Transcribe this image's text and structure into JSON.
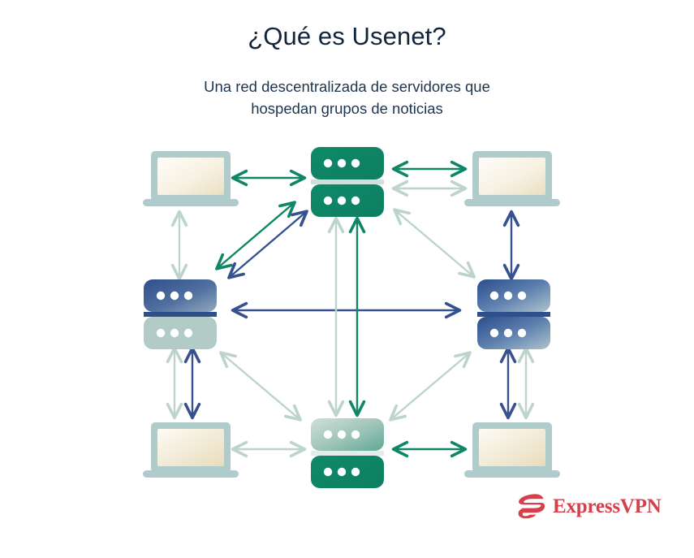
{
  "page": {
    "title": "¿Qué es Usenet?",
    "subtitle": "Una red descentralizada de servidores que\nhospedan grupos de noticias",
    "background": "#ffffff"
  },
  "brand": {
    "name": "ExpressVPN",
    "logo_icon": "expressvpn-e-mark",
    "color": "#d7404a"
  },
  "colors": {
    "title_text": "#12253a",
    "subtitle_text": "#1d3550",
    "green": "#0f8767",
    "green_pale": "#bcd4cd",
    "blue_dark": "#2b4f8e",
    "blue_mid": "#5a7fb8",
    "blue_navy": "#31487f",
    "laptop_frame": "#afcbcb",
    "laptop_screen_top": "#fdfcf7",
    "laptop_screen_bottom": "#ece2c8",
    "server_pale_green": "#b9d2cb",
    "arrow_pale": "#bcd4cd"
  },
  "diagram": {
    "type": "network-topology",
    "description": "Decentralized mesh of laptops and servers connected by bidirectional arrows",
    "nodes": [
      {
        "id": "laptop-top-left",
        "kind": "laptop",
        "label": "laptop-icon",
        "position": "top-left"
      },
      {
        "id": "server-top-center",
        "kind": "server",
        "label": "server-icon",
        "position": "top-center",
        "style": "green-green",
        "dots": 3,
        "units": 2
      },
      {
        "id": "laptop-top-right",
        "kind": "laptop",
        "label": "laptop-icon",
        "position": "top-right"
      },
      {
        "id": "server-middle-left",
        "kind": "server",
        "label": "server-icon",
        "position": "middle-left",
        "style": "blue-pale",
        "dots": 3,
        "units": 2
      },
      {
        "id": "server-middle-right",
        "kind": "server",
        "label": "server-icon",
        "position": "middle-right",
        "style": "blue-blue",
        "dots": 3,
        "units": 2
      },
      {
        "id": "laptop-bottom-left",
        "kind": "laptop",
        "label": "laptop-icon",
        "position": "bottom-left"
      },
      {
        "id": "server-bottom-center",
        "kind": "server",
        "label": "server-icon",
        "position": "bottom-center",
        "style": "pale-green",
        "dots": 3,
        "units": 2
      },
      {
        "id": "laptop-bottom-right",
        "kind": "laptop",
        "label": "laptop-icon",
        "position": "bottom-right"
      }
    ],
    "edges": [
      {
        "from": "laptop-top-left",
        "to": "server-top-center",
        "color": "green",
        "orientation": "horizontal",
        "bidirectional": true
      },
      {
        "from": "server-top-center",
        "to": "laptop-top-right",
        "color": "green",
        "orientation": "horizontal",
        "bidirectional": true
      },
      {
        "from": "server-top-center",
        "to": "laptop-top-right",
        "color": "pale",
        "orientation": "horizontal",
        "bidirectional": true
      },
      {
        "from": "laptop-top-left",
        "to": "server-middle-left",
        "color": "pale",
        "orientation": "vertical",
        "bidirectional": true
      },
      {
        "from": "laptop-top-right",
        "to": "server-middle-right",
        "color": "blue-navy",
        "orientation": "vertical",
        "bidirectional": true
      },
      {
        "from": "server-middle-left",
        "to": "server-top-center",
        "color": "green",
        "orientation": "diagonal",
        "bidirectional": true
      },
      {
        "from": "server-middle-left",
        "to": "server-top-center",
        "color": "blue-navy",
        "orientation": "diagonal",
        "bidirectional": true
      },
      {
        "from": "server-top-center",
        "to": "server-middle-right",
        "color": "pale",
        "orientation": "diagonal",
        "bidirectional": true
      },
      {
        "from": "server-middle-left",
        "to": "server-middle-right",
        "color": "blue-navy",
        "orientation": "horizontal",
        "bidirectional": true
      },
      {
        "from": "server-top-center",
        "to": "server-bottom-center",
        "color": "pale",
        "orientation": "vertical",
        "bidirectional": true
      },
      {
        "from": "server-top-center",
        "to": "server-bottom-center",
        "color": "green",
        "orientation": "vertical",
        "bidirectional": true
      },
      {
        "from": "server-middle-left",
        "to": "laptop-bottom-left",
        "color": "pale",
        "orientation": "vertical",
        "bidirectional": true
      },
      {
        "from": "server-middle-left",
        "to": "laptop-bottom-left",
        "color": "blue-navy",
        "orientation": "vertical",
        "bidirectional": true
      },
      {
        "from": "server-middle-left",
        "to": "server-bottom-center",
        "color": "pale",
        "orientation": "diagonal",
        "bidirectional": true
      },
      {
        "from": "server-bottom-center",
        "to": "server-middle-right",
        "color": "pale",
        "orientation": "diagonal",
        "bidirectional": true
      },
      {
        "from": "server-middle-right",
        "to": "laptop-bottom-right",
        "color": "blue-navy",
        "orientation": "vertical",
        "bidirectional": true
      },
      {
        "from": "server-middle-right",
        "to": "laptop-bottom-right",
        "color": "pale",
        "orientation": "vertical",
        "bidirectional": true
      },
      {
        "from": "laptop-bottom-left",
        "to": "server-bottom-center",
        "color": "pale",
        "orientation": "horizontal",
        "bidirectional": true
      },
      {
        "from": "server-bottom-center",
        "to": "laptop-bottom-right",
        "color": "green",
        "orientation": "horizontal",
        "bidirectional": true
      }
    ]
  }
}
